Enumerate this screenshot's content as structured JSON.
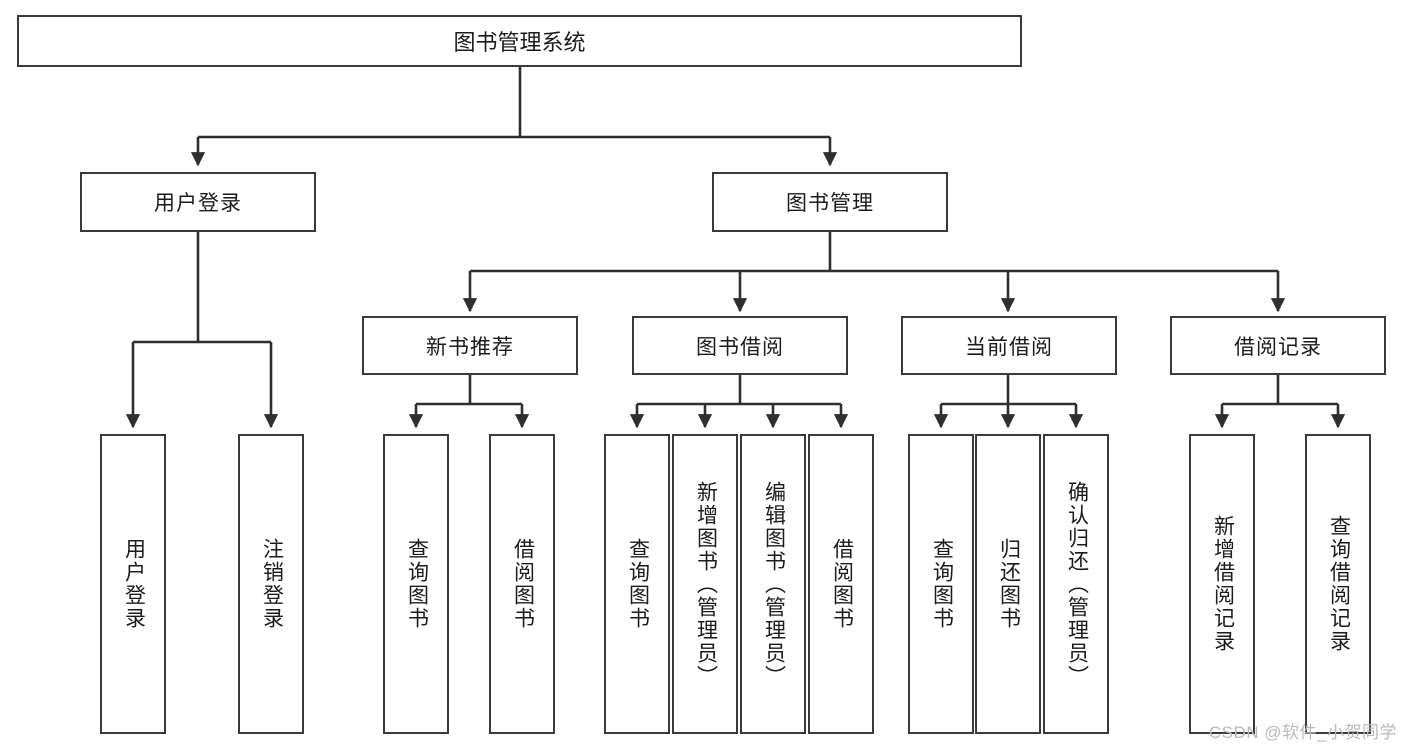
{
  "diagram": {
    "title": "图书管理系统",
    "type": "tree-hierarchy-chart",
    "background_color": "#ffffff",
    "line_color": "#3a3a3a",
    "text_color": "#1b1b1b",
    "levels": {
      "root": {
        "label": "图书管理系统"
      },
      "level2": [
        {
          "label": "用户登录"
        },
        {
          "label": "图书管理"
        }
      ],
      "level3": [
        {
          "label": "新书推荐"
        },
        {
          "label": "图书借阅"
        },
        {
          "label": "当前借阅"
        },
        {
          "label": "借阅记录"
        }
      ],
      "leaves": [
        {
          "label": "用户登录",
          "parent": "用户登录"
        },
        {
          "label": "注销登录",
          "parent": "用户登录"
        },
        {
          "label": "查询图书",
          "parent": "新书推荐"
        },
        {
          "label": "借阅图书",
          "parent": "新书推荐"
        },
        {
          "label": "查询图书",
          "parent": "图书借阅"
        },
        {
          "label": "新增图书（管理员）",
          "parent": "图书借阅"
        },
        {
          "label": "编辑图书（管理员）",
          "parent": "图书借阅"
        },
        {
          "label": "借阅图书",
          "parent": "图书借阅"
        },
        {
          "label": "查询图书",
          "parent": "当前借阅"
        },
        {
          "label": "归还图书",
          "parent": "当前借阅"
        },
        {
          "label": "确认归还（管理员）",
          "parent": "当前借阅"
        },
        {
          "label": "新增借阅记录",
          "parent": "借阅记录"
        },
        {
          "label": "查询借阅记录",
          "parent": "借阅记录"
        }
      ]
    }
  },
  "watermark": {
    "text": "CSDN @软件_小贺同学"
  }
}
